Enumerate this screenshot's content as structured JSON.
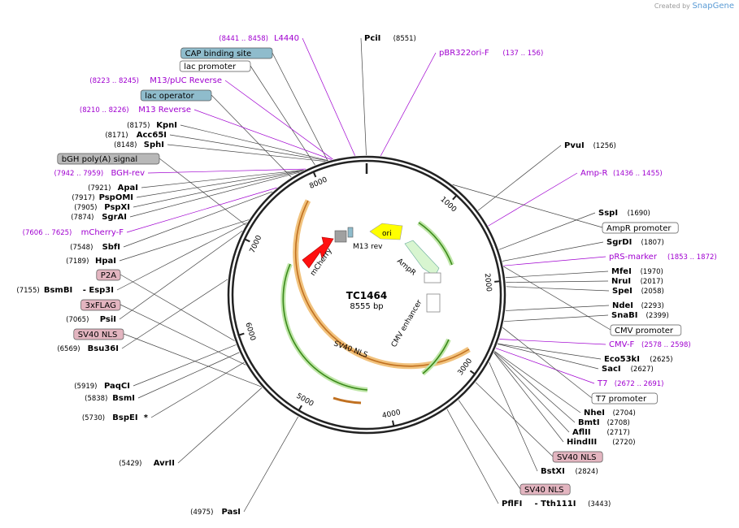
{
  "app": {
    "created_by": "Created by",
    "brand": "SnapGene"
  },
  "plasmid": {
    "name": "TC1464",
    "size": "8555 bp",
    "length": 8555
  },
  "ticks": [
    "1000",
    "2000",
    "3000",
    "4000",
    "5000",
    "6000",
    "7000",
    "8000"
  ],
  "colors": {
    "primer": "#a000d0",
    "enzyme": "#000000",
    "feature_box_blue": "#8fbccc",
    "feature_box_pink": "#e3b5c0",
    "feature_box_grey": "#b8b8b8"
  },
  "labels_left": [
    {
      "pos": "(8441 .. 8458)",
      "name": "L4440",
      "kind": "primer"
    },
    {
      "name": "CAP binding site",
      "kind": "box-blue"
    },
    {
      "name": "lac promoter",
      "kind": "box-white"
    },
    {
      "pos": "(8223 .. 8245)",
      "name": "M13/pUC Reverse",
      "kind": "primer"
    },
    {
      "name": "lac operator",
      "kind": "box-blue"
    },
    {
      "pos": "(8210 .. 8226)",
      "name": "M13 Reverse",
      "kind": "primer"
    },
    {
      "pos": "(8175)",
      "name": "KpnI",
      "kind": "enzyme"
    },
    {
      "pos": "(8171)",
      "name": "Acc65I",
      "kind": "enzyme"
    },
    {
      "pos": "(8148)",
      "name": "SphI",
      "kind": "enzyme"
    },
    {
      "name": "bGH poly(A) signal",
      "kind": "box-grey"
    },
    {
      "pos": "(7942 .. 7959)",
      "name": "BGH-rev",
      "kind": "primer"
    },
    {
      "pos": "(7921)",
      "name": "ApaI",
      "kind": "enzyme"
    },
    {
      "pos": "(7917)",
      "name": "PspOMI",
      "kind": "enzyme"
    },
    {
      "pos": "(7905)",
      "name": "PspXI",
      "kind": "enzyme"
    },
    {
      "pos": "(7874)",
      "name": "SgrAI",
      "kind": "enzyme"
    },
    {
      "pos": "(7606 .. 7625)",
      "name": "mCherry-F",
      "kind": "primer"
    },
    {
      "pos": "(7548)",
      "name": "SbfI",
      "kind": "enzyme"
    },
    {
      "pos": "(7189)",
      "name": "HpaI",
      "kind": "enzyme"
    },
    {
      "name": "P2A",
      "kind": "box-pink"
    },
    {
      "pos": "(7155)",
      "name": "BsmBI",
      "extra": "- Esp3I",
      "kind": "enzyme"
    },
    {
      "name": "3xFLAG",
      "kind": "box-pink"
    },
    {
      "pos": "(7065)",
      "name": "PsiI",
      "kind": "enzyme"
    },
    {
      "name": "SV40 NLS",
      "kind": "box-pink"
    },
    {
      "pos": "(6569)",
      "name": "Bsu36I",
      "kind": "enzyme"
    },
    {
      "pos": "(5919)",
      "name": "PaqCI",
      "kind": "enzyme"
    },
    {
      "pos": "(5838)",
      "name": "BsmI",
      "kind": "enzyme"
    },
    {
      "pos": "(5730)",
      "name": "BspEI",
      "extra": "*",
      "kind": "enzyme"
    },
    {
      "pos": "(5429)",
      "name": "AvrII",
      "kind": "enzyme"
    },
    {
      "pos": "(4975)",
      "name": "PasI",
      "kind": "enzyme"
    }
  ],
  "labels_right": [
    {
      "name": "PciI",
      "pos": "(8551)",
      "kind": "enzyme"
    },
    {
      "name": "pBR322ori-F",
      "pos": "(137 .. 156)",
      "kind": "primer"
    },
    {
      "name": "PvuI",
      "pos": "(1256)",
      "kind": "enzyme"
    },
    {
      "name": "Amp-R",
      "pos": "(1436 .. 1455)",
      "kind": "primer"
    },
    {
      "name": "SspI",
      "pos": "(1690)",
      "kind": "enzyme"
    },
    {
      "name": "AmpR promoter",
      "kind": "box-white"
    },
    {
      "name": "SgrDI",
      "pos": "(1807)",
      "kind": "enzyme"
    },
    {
      "name": "pRS-marker",
      "pos": "(1853 .. 1872)",
      "kind": "primer"
    },
    {
      "name": "MfeI",
      "pos": "(1970)",
      "kind": "enzyme"
    },
    {
      "name": "NruI",
      "pos": "(2017)",
      "kind": "enzyme"
    },
    {
      "name": "SpeI",
      "pos": "(2058)",
      "kind": "enzyme"
    },
    {
      "name": "NdeI",
      "pos": "(2293)",
      "kind": "enzyme"
    },
    {
      "name": "SnaBI",
      "pos": "(2399)",
      "kind": "enzyme"
    },
    {
      "name": "CMV promoter",
      "kind": "box-white"
    },
    {
      "name": "CMV-F",
      "pos": "(2578 .. 2598)",
      "kind": "primer"
    },
    {
      "name": "Eco53kI",
      "pos": "(2625)",
      "kind": "enzyme"
    },
    {
      "name": "SacI",
      "pos": "(2627)",
      "kind": "enzyme"
    },
    {
      "name": "T7",
      "pos": "(2672 .. 2691)",
      "kind": "primer"
    },
    {
      "name": "T7 promoter",
      "kind": "box-white"
    },
    {
      "name": "NheI",
      "pos": "(2704)",
      "kind": "enzyme"
    },
    {
      "name": "BmtI",
      "pos": "(2708)",
      "kind": "enzyme"
    },
    {
      "name": "AflII",
      "pos": "(2717)",
      "kind": "enzyme"
    },
    {
      "name": "HindIII",
      "pos": "(2720)",
      "kind": "enzyme"
    },
    {
      "name": "SV40 NLS",
      "kind": "box-pink"
    },
    {
      "name": "BstXI",
      "pos": "(2824)",
      "kind": "enzyme"
    },
    {
      "name": "SV40 NLS",
      "kind": "box-pink"
    },
    {
      "name": "PflFI",
      "extra": "- Tth111I",
      "pos": "(3443)",
      "kind": "enzyme"
    }
  ],
  "inner_labels": {
    "ori": "ori",
    "m13rev": "M13 rev",
    "ampr": "AmpR",
    "mcherry": "mCherry",
    "cmv": "CMV enhancer",
    "sv40": "SV40 NLS"
  }
}
